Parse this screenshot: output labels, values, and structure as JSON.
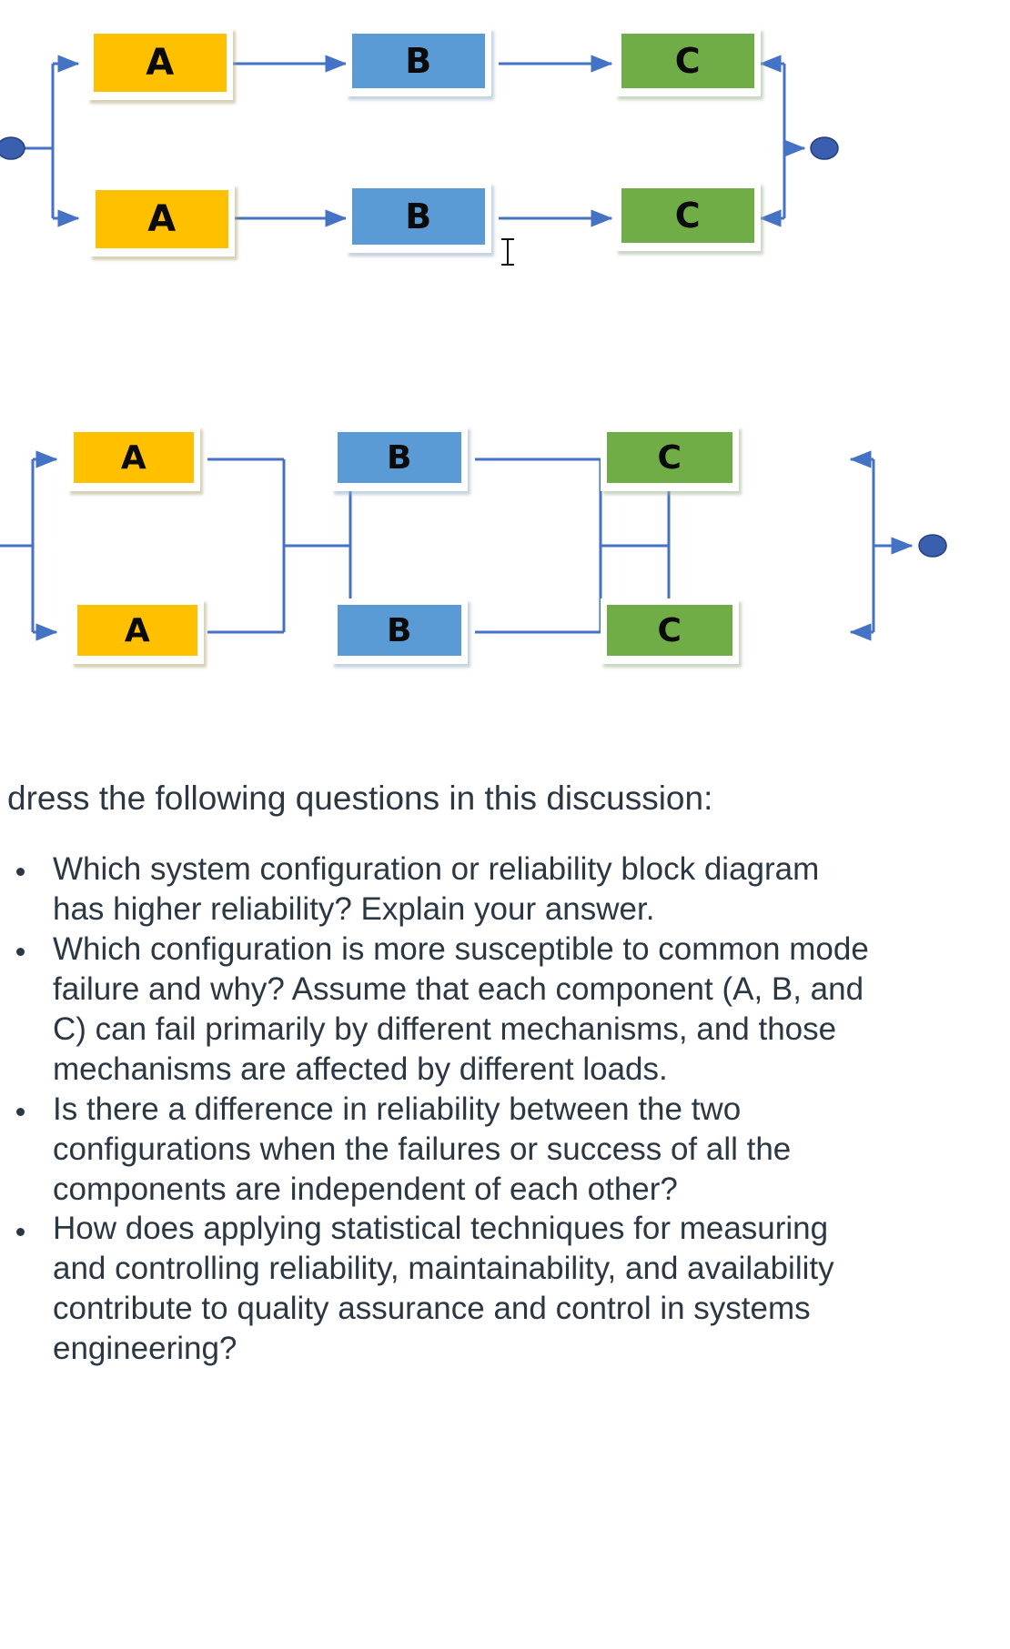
{
  "page": {
    "background_color": "#ffffff",
    "text_color": "#2b3743"
  },
  "diagrams": [
    {
      "id": "rbd-1",
      "name": "series-parallel-reliability-block-diagram-top",
      "description": "Two parallel paths, each a series chain A to B to C, joined at a common start node and a common end node",
      "start_node": "start-node",
      "end_node": "end-node",
      "paths": [
        {
          "blocks": [
            "A",
            "B",
            "C"
          ]
        },
        {
          "blocks": [
            "A",
            "B",
            "C"
          ]
        }
      ]
    },
    {
      "id": "rbd-2",
      "name": "parallel-series-reliability-block-diagram-bottom",
      "description": "Three parallel stages in series: parallel A pair, then parallel B pair, then parallel C pair",
      "start_node": "start-node",
      "end_node": "end-node",
      "stages": [
        {
          "blocks": [
            "A",
            "A"
          ]
        },
        {
          "blocks": [
            "B",
            "B"
          ]
        },
        {
          "blocks": [
            "C",
            "C"
          ]
        }
      ]
    }
  ],
  "block_colors": {
    "A": "#FFC000",
    "B": "#5B9BD5",
    "C": "#70AD47",
    "connector": "#4472C4",
    "node": "#3A5FAF"
  },
  "block_labels": {
    "a": "A",
    "b": "B",
    "c": "C"
  },
  "content": {
    "lead": "dress the following questions in this discussion:",
    "questions": [
      {
        "lines": [
          "Which system configuration or reliability block diagram",
          "has higher reliability? Explain your answer."
        ]
      },
      {
        "lines": [
          "Which configuration is more susceptible to common mode",
          "failure and why? Assume that each component (A, B, and",
          "C) can fail primarily by different mechanisms, and those",
          "mechanisms are affected by different loads."
        ]
      },
      {
        "lines": [
          "Is there a difference in reliability between the two",
          "configurations when the failures or success of all the",
          "components are independent of each other?"
        ]
      },
      {
        "lines": [
          "How does applying statistical techniques for measuring",
          "and controlling reliability, maintainability, and availability",
          "contribute to quality assurance and control in systems",
          "engineering?"
        ]
      }
    ]
  }
}
